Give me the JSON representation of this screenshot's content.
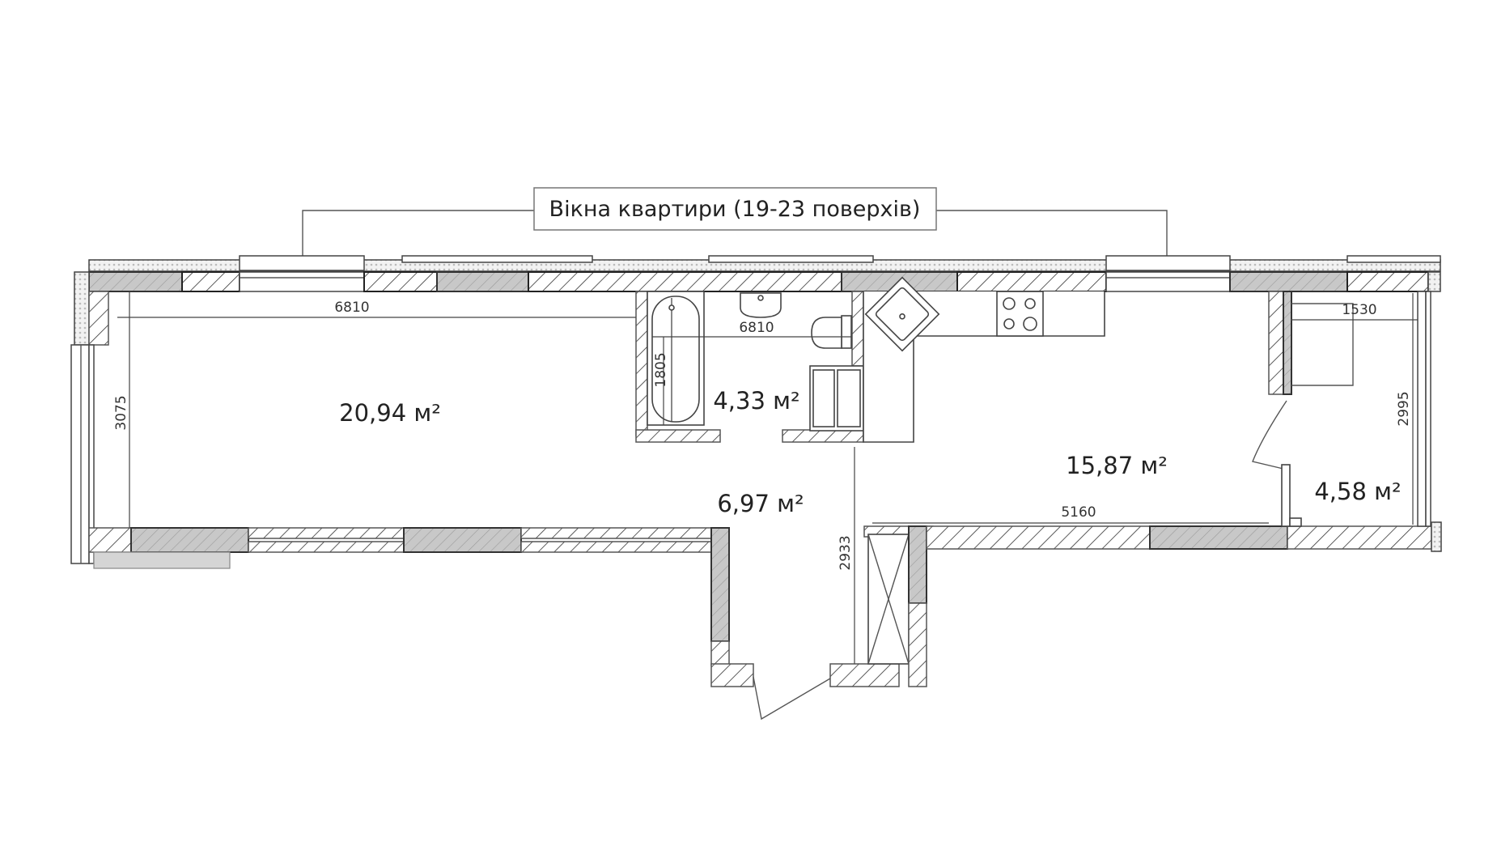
{
  "plan": {
    "callout_label": "Вікна квартири (19-23 поверхів)",
    "rooms": [
      {
        "id": "living-room",
        "area": "20,94 м²"
      },
      {
        "id": "bathroom",
        "area": "4,33 м²"
      },
      {
        "id": "hallway",
        "area": "6,97 м²"
      },
      {
        "id": "kitchen-living",
        "area": "15,87 м²"
      },
      {
        "id": "balcony",
        "area": "4,58 м²"
      }
    ],
    "dimensions": {
      "living_width": "6810",
      "living_depth": "3075",
      "bathroom_width": "6810",
      "bathroom_depth": "1805",
      "corridor_length": "2933",
      "kitchen_width": "5160",
      "balcony_width": "1530",
      "balcony_depth": "2995"
    },
    "colors": {
      "line": "#222222",
      "wall_grey": "#c8c8c8",
      "background": "#ffffff"
    }
  }
}
